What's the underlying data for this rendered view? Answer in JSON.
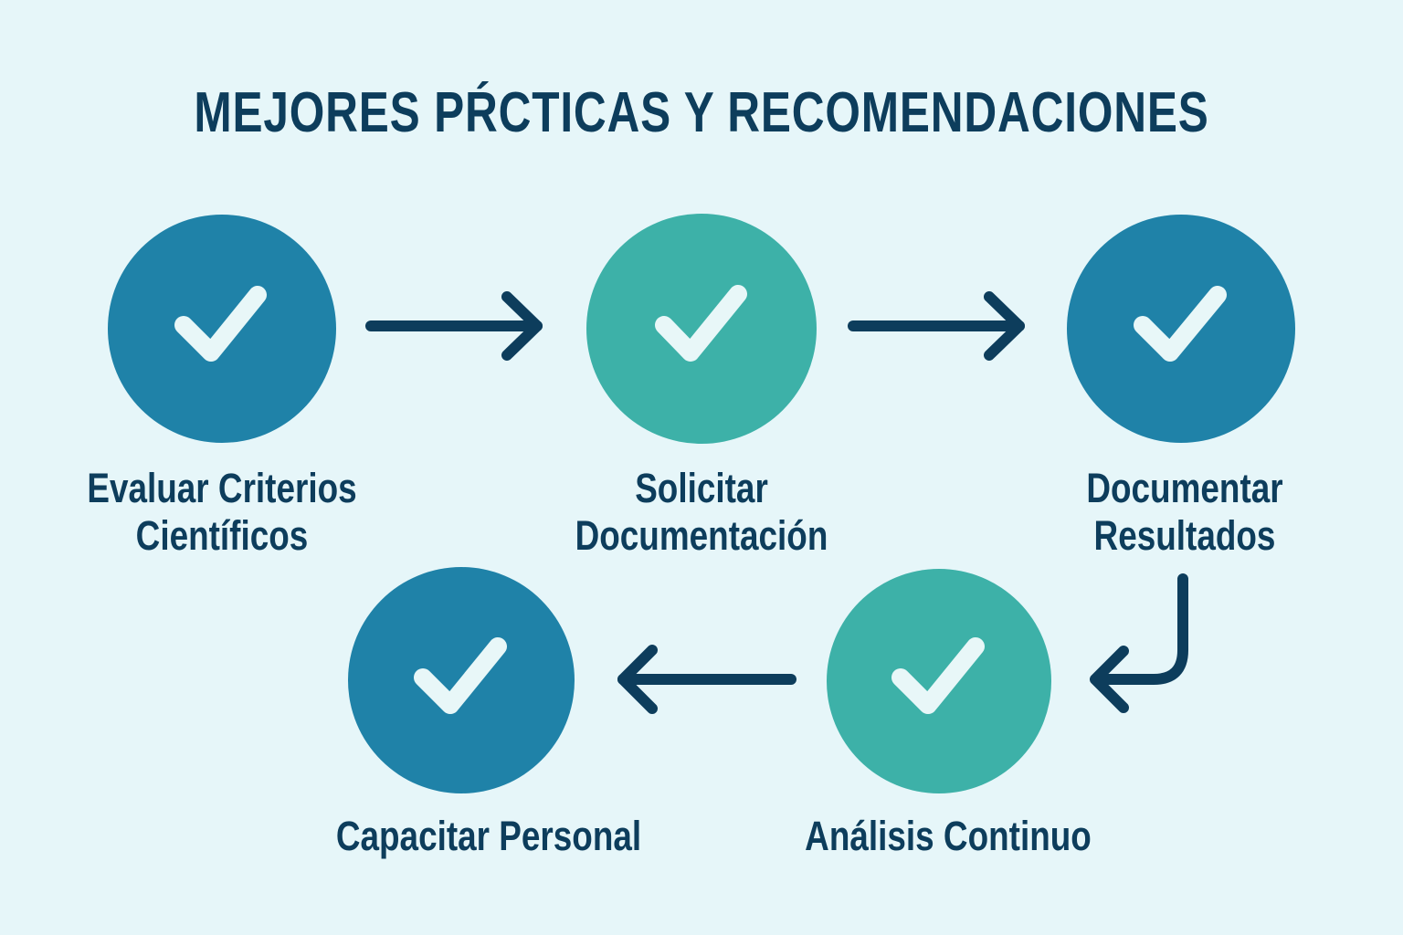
{
  "title": "MEJORES PŔCTICAS Y RECOMENDACIONES",
  "colors": {
    "background": "#e6f6f9",
    "blue_step": "#1f82a8",
    "teal_step": "#3db1a8",
    "arrow": "#0d3d5c",
    "text": "#0d3d5c",
    "check": "#e8f7f8"
  },
  "steps": [
    {
      "label_line1": "Evaluar Criterios",
      "label_line2": "Científicos",
      "color": "blue",
      "icon": "check-icon"
    },
    {
      "label_line1": "Solicitar",
      "label_line2": "Documentación",
      "color": "teal",
      "icon": "check-icon"
    },
    {
      "label_line1": "Documentar",
      "label_line2": "Resultados",
      "color": "blue",
      "icon": "check-icon"
    },
    {
      "label_line1": "Análisis Continuo",
      "label_line2": "",
      "color": "teal",
      "icon": "check-icon"
    },
    {
      "label_line1": "Capacitar Personal",
      "label_line2": "",
      "color": "blue",
      "icon": "check-icon"
    }
  ],
  "flow": [
    {
      "from": "Evaluar Criterios Científicos",
      "to": "Solicitar Documentación",
      "direction": "right"
    },
    {
      "from": "Solicitar Documentación",
      "to": "Documentar Resultados",
      "direction": "right"
    },
    {
      "from": "Documentar Resultados",
      "to": "Análisis Continuo",
      "direction": "down-left"
    },
    {
      "from": "Análisis Continuo",
      "to": "Capacitar Personal",
      "direction": "left"
    }
  ]
}
